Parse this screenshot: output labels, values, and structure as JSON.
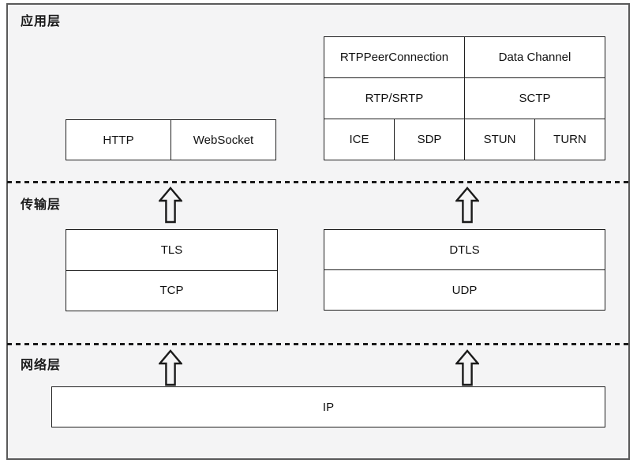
{
  "layers": {
    "application": {
      "label": "应用层"
    },
    "transport": {
      "label": "传输层"
    },
    "network": {
      "label": "网络层"
    }
  },
  "application": {
    "web_stack": {
      "cells": [
        "HTTP",
        "WebSocket"
      ]
    },
    "webrtc_stack": {
      "row1": [
        "RTPPeerConnection",
        "Data Channel"
      ],
      "row2": [
        "RTP/SRTP",
        "SCTP"
      ],
      "row3": [
        "ICE",
        "SDP",
        "STUN",
        "TURN"
      ]
    }
  },
  "transport": {
    "tcp_stack": [
      "TLS",
      "TCP"
    ],
    "udp_stack": [
      "DTLS",
      "UDP"
    ]
  },
  "network": {
    "ip_label": "IP"
  },
  "icons": {
    "up_arrow": "hollow-up-arrow"
  },
  "colors": {
    "canvas_background": "#ffffff",
    "frame_background": "#f4f4f5",
    "frame_border": "#5a5a5a",
    "box_background": "#ffffff",
    "box_border": "#1f1f1f",
    "dashed_divider": "#1a1a1a",
    "text": "#111111"
  }
}
